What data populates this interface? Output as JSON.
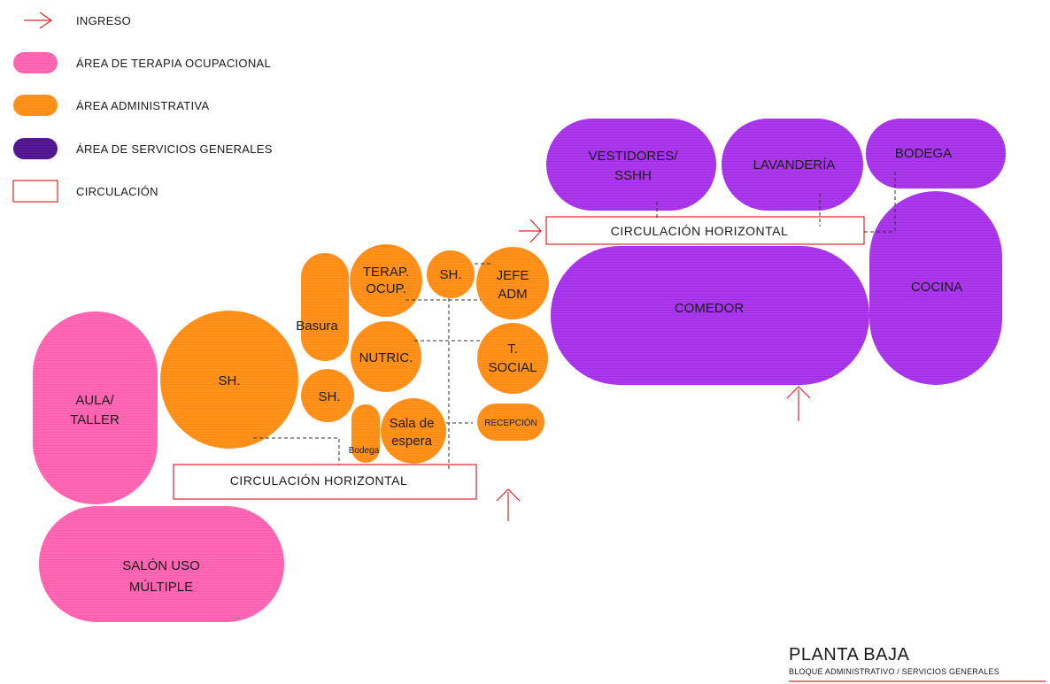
{
  "colors": {
    "therapy": "#ff5cad",
    "admin": "#ff8a0d",
    "services": "#a32be8",
    "services_legend": "#4b0a8c",
    "circulation": "#e0242a",
    "dashed": "#333333"
  },
  "legend": {
    "ingreso": "INGRESO",
    "therapy": "ÁREA DE TERAPIA OCUPACIONAL",
    "admin": "ÁREA ADMINISTRATIVA",
    "services": "ÁREA DE SERVICIOS GENERALES",
    "circulation": "CIRCULACIÓN"
  },
  "rooms": {
    "aula_line1": "AULA/",
    "aula_line2": "TALLER",
    "salon_line1": "SALÓN USO",
    "salon_line2": "MÚLTIPLE",
    "sh_big": "SH.",
    "basura": "Basura",
    "terap_line1": "TERAP.",
    "terap_line2": "OCUP.",
    "sh_top": "SH.",
    "jefe_line1": "JEFE",
    "jefe_line2": "ADM",
    "nutric": "NUTRIC.",
    "social_line1": "T.",
    "social_line2": "SOCIAL",
    "sh_small": "SH.",
    "bodega_small": "Bodega",
    "sala_line1": "Sala de",
    "sala_line2": "espera",
    "recepcion": "RECEPCIÓN",
    "vestidores_line1": "VESTIDORES/",
    "vestidores_line2": "SSHH",
    "lavanderia": "LAVANDERÍA",
    "bodega": "BODEGA",
    "cocina": "COCINA",
    "comedor": "COMEDOR"
  },
  "circulation": {
    "lower": "CIRCULACIÓN HORIZONTAL",
    "upper": "CIRCULACIÓN HORIZONTAL"
  },
  "footer": {
    "title": "PLANTA BAJA",
    "subtitle": "BLOQUE ADMINISTRATIVO / SERVICIOS GENERALES"
  }
}
